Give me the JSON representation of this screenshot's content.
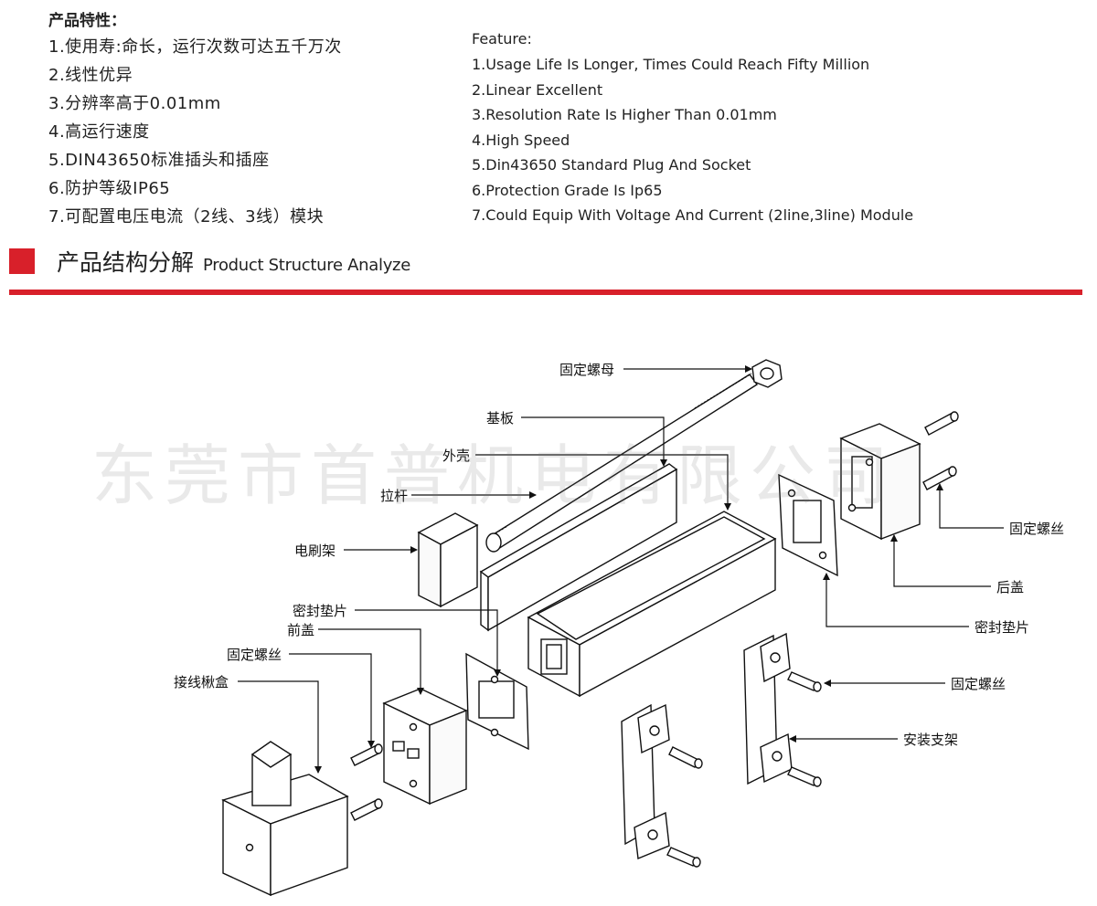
{
  "features_cn": {
    "title": "产品特性：",
    "items": [
      "1.使用寿:命长，运行次数可达五千万次",
      "2.线性优异",
      "3.分辨率高于0.01mm",
      "4.高运行速度",
      "5.DIN43650标准插头和插座",
      "6.防护等级IP65",
      "7.可配置电压电流（2线、3线）模块"
    ]
  },
  "features_en": {
    "title": "Feature:",
    "items": [
      "1.Usage Life Is Longer, Times Could Reach Fifty Million",
      "2.Linear Excellent",
      "3.Resolution Rate Is Higher Than 0.01mm",
      "4.High Speed",
      "5.Din43650 Standard Plug And Socket",
      "6.Protection Grade Is Ip65",
      "7.Could Equip With Voltage And Current (2line,3line) Module"
    ]
  },
  "section": {
    "title_cn": "产品结构分解",
    "title_en": "Product Structure Analyze",
    "accent_color": "#d8202a"
  },
  "diagram": {
    "labels": {
      "nut": "固定螺母",
      "base_plate": "基板",
      "housing": "外壳",
      "pull_rod": "拉杆",
      "brush_holder": "电刷架",
      "gasket_front": "密封垫片",
      "front_cover": "前盖",
      "screw_front": "固定螺丝",
      "junction_box": "接线楸盒",
      "screw_rear": "固定螺丝",
      "rear_cover": "后盖",
      "gasket_rear": "密封垫片",
      "screw_bracket": "固定螺丝",
      "bracket": "安装支架"
    }
  },
  "watermark": "东莞市首普机电有限公司"
}
